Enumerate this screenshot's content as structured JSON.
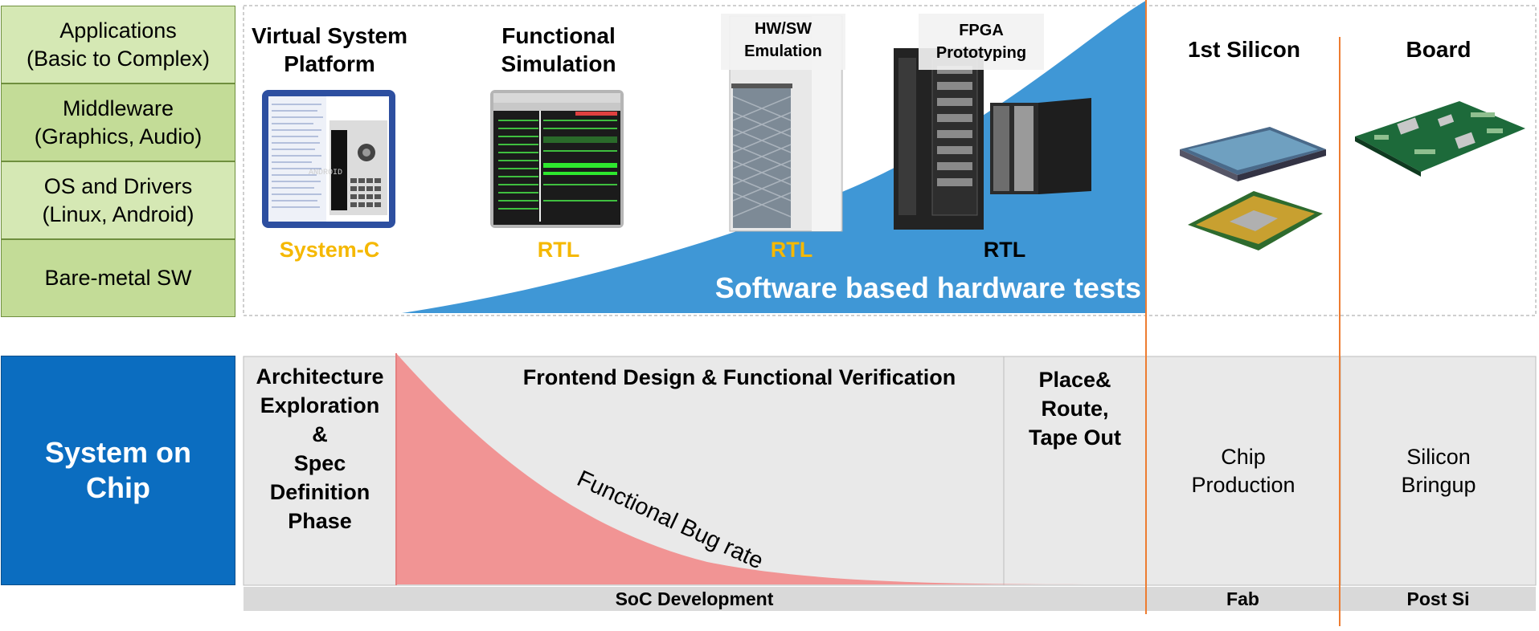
{
  "software_stack": [
    {
      "line1": "Applications",
      "line2": "(Basic to Complex)"
    },
    {
      "line1": "Middleware",
      "line2": "(Graphics, Audio)"
    },
    {
      "line1": "OS and Drivers",
      "line2": "(Linux, Android)"
    },
    {
      "line1": "Bare-metal SW",
      "line2": ""
    }
  ],
  "stages": [
    {
      "title_line1": "Virtual System",
      "title_line2": "Platform",
      "label": "System-C",
      "label_color": "#f5b800"
    },
    {
      "title_line1": "Functional",
      "title_line2": "Simulation",
      "label": "RTL",
      "label_color": "#f5b800"
    },
    {
      "title_line1": "HW/SW",
      "title_line2": "Emulation",
      "label": "RTL",
      "label_color": "#f5b800"
    },
    {
      "title_line1": "FPGA",
      "title_line2": "Prototyping",
      "label": "RTL",
      "label_color": "#000000"
    },
    {
      "title_line1": "1st Silicon",
      "title_line2": ""
    },
    {
      "title_line1": "Board",
      "title_line2": ""
    }
  ],
  "banner": "Software based hardware tests",
  "screen_logo": "ANDROID",
  "soc_label_line1": "System on",
  "soc_label_line2": "Chip",
  "phases": {
    "architecture": [
      "Architecture",
      "Exploration",
      "&",
      "Spec",
      "Definition",
      "Phase"
    ],
    "frontend": "Frontend Design & Functional Verification",
    "place_route": [
      "Place&",
      "Route,",
      "Tape Out"
    ],
    "chip_production": [
      "Chip",
      "Production"
    ],
    "silicon_bringup": [
      "Silicon",
      "Bringup"
    ]
  },
  "bug_rate_label": "Functional Bug rate",
  "footer": {
    "soc_development": "SoC Development",
    "fab": "Fab",
    "post_si": "Post Si"
  },
  "colors": {
    "stack_fill": "#d5e8b4",
    "soc_blue": "#0b6dc0",
    "wedge_blue": "#3f97d6",
    "bug_red": "#f19494",
    "orange_line": "#ed7d31",
    "gold": "#f5b800",
    "phase_gray": "#e9e9e9"
  }
}
